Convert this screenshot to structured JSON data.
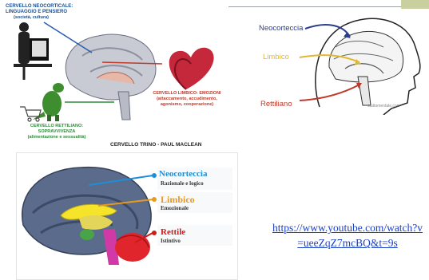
{
  "panel1": {
    "neocortex_title": "CERVELLO NEOCORTICALE: LINGUAGGIO E PENSIERO",
    "neocortex_sub": "(società, cultura)",
    "limbic_title": "CERVELLO LIMBICO: EMOZIONI",
    "limbic_sub": "(attaccamento, accudimento, agonismo, cooperazione)",
    "reptilian_title": "CERVELLO RETTILIANO: SOPRAVVIVENZA",
    "reptilian_sub": "(alimentazione e sessualità)",
    "caption": "CERVELLO TRINO  -  PAUL MACLEAN"
  },
  "panel2": {
    "neocortex": "Neocorteccia",
    "limbic": "Limbico",
    "reptilian": "Rettiliano",
    "watermark": "stuttomentale.com"
  },
  "panel3": {
    "neocortex": "Neocorteccia",
    "neocortex_desc": "Razionale e logico",
    "limbic": "Limbico",
    "limbic_desc": "Emozionale",
    "reptile": "Rettile",
    "reptile_desc": "Istintivo"
  },
  "link": {
    "text": "https://www.youtube.com/watch?v=ueeZqZ7mcBQ&t=9s"
  },
  "colors": {
    "link": "#1a40c7",
    "neocortex_blue": "#1c8fd6",
    "limbic_orange": "#e89a1c",
    "reptile_red": "#cc1b1b"
  }
}
